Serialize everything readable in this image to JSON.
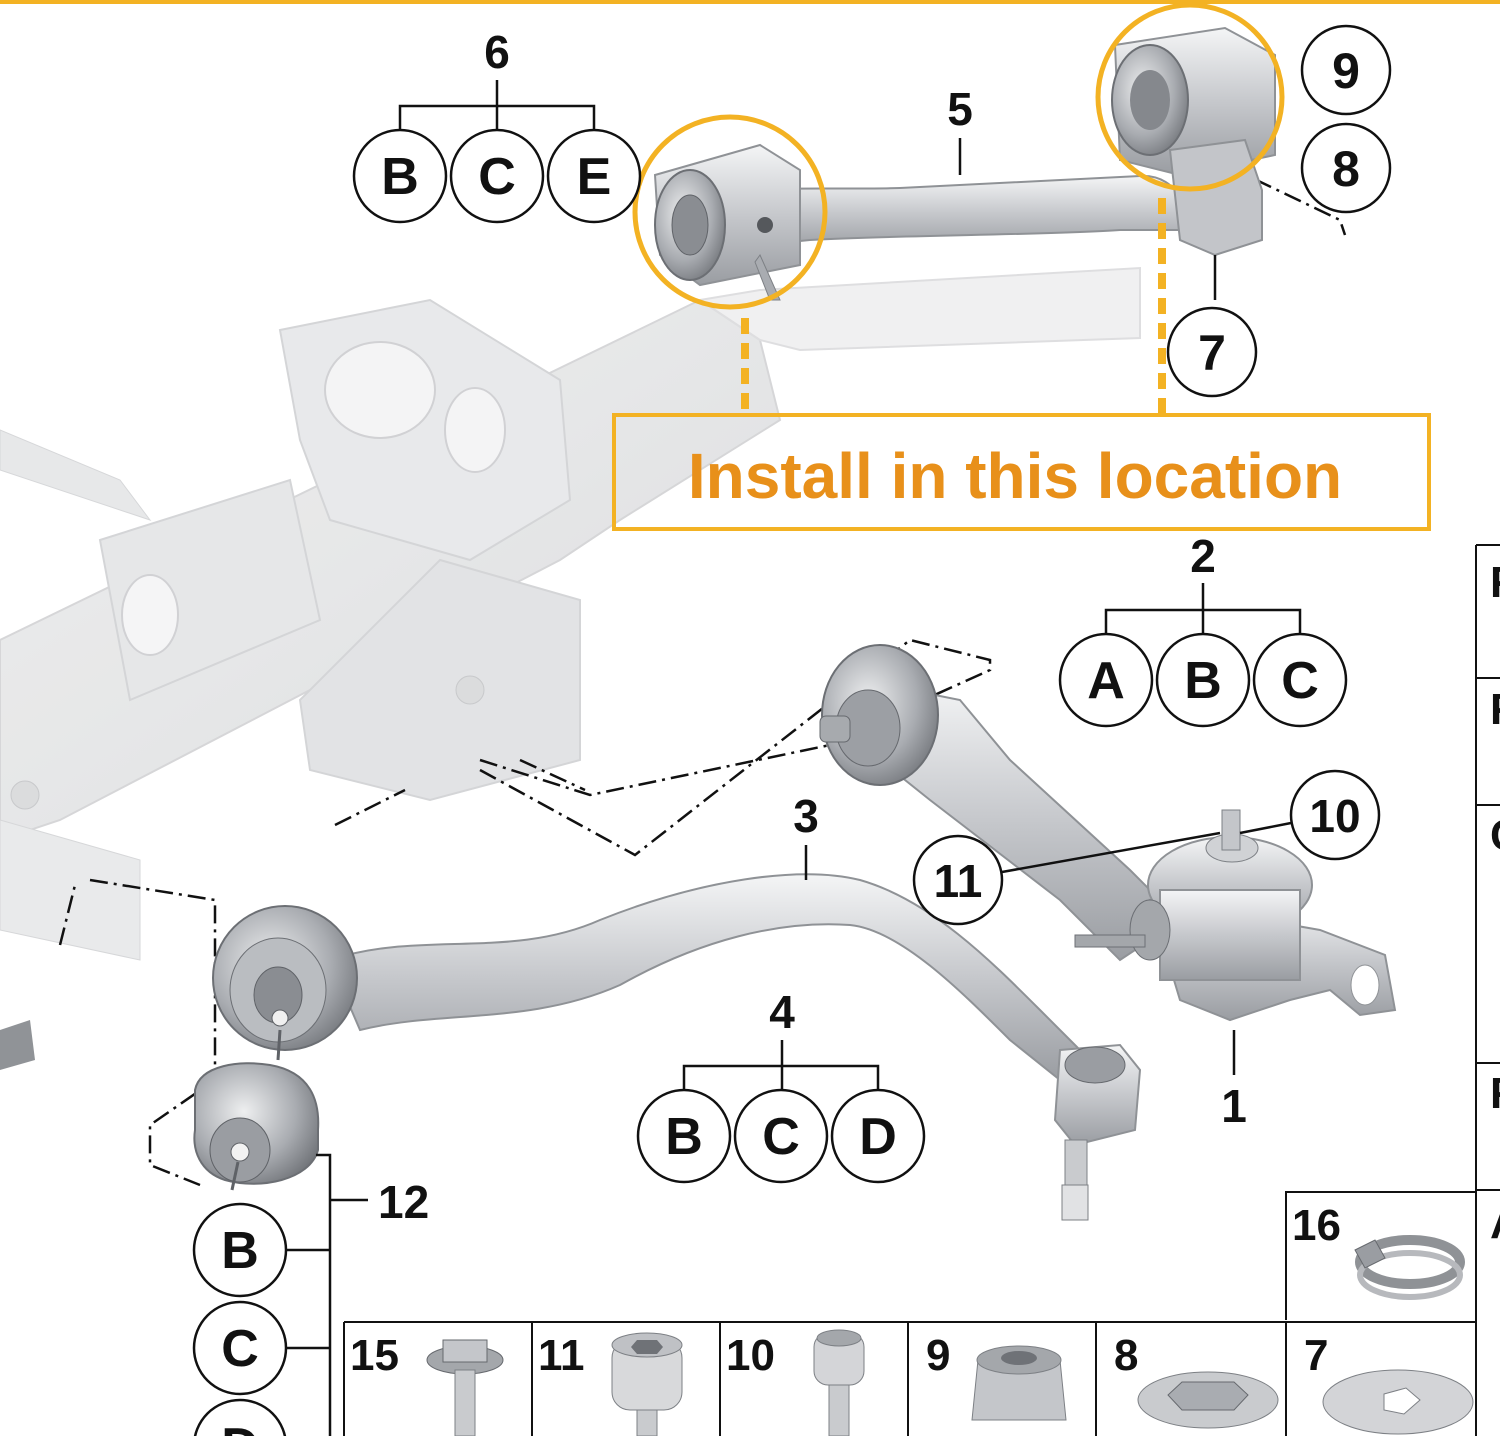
{
  "colors": {
    "highlight": "#F3B223",
    "install_text": "#E8901A",
    "line": "#111111",
    "part_light": "#E6E7E9",
    "part_mid": "#C9CBCF",
    "part_dark": "#8E9196"
  },
  "install_label": "Install in this location",
  "parts": {
    "p1": "1",
    "p2": "2",
    "p3": "3",
    "p4": "4",
    "p5": "5",
    "p6": "6",
    "p7": "7",
    "p8": "8",
    "p9": "9",
    "p10": "10",
    "p11": "11",
    "p12": "12",
    "p16": "16"
  },
  "variants": {
    "g6": [
      "B",
      "C",
      "E"
    ],
    "g2": [
      "A",
      "B",
      "C"
    ],
    "g4": [
      "B",
      "C",
      "D"
    ],
    "g12": [
      "B",
      "C",
      "D"
    ]
  },
  "hardware_cells": [
    "15",
    "11",
    "10",
    "9",
    "8",
    "7"
  ],
  "right_column_letters": [
    "F",
    "F",
    "C",
    "F",
    "A"
  ]
}
